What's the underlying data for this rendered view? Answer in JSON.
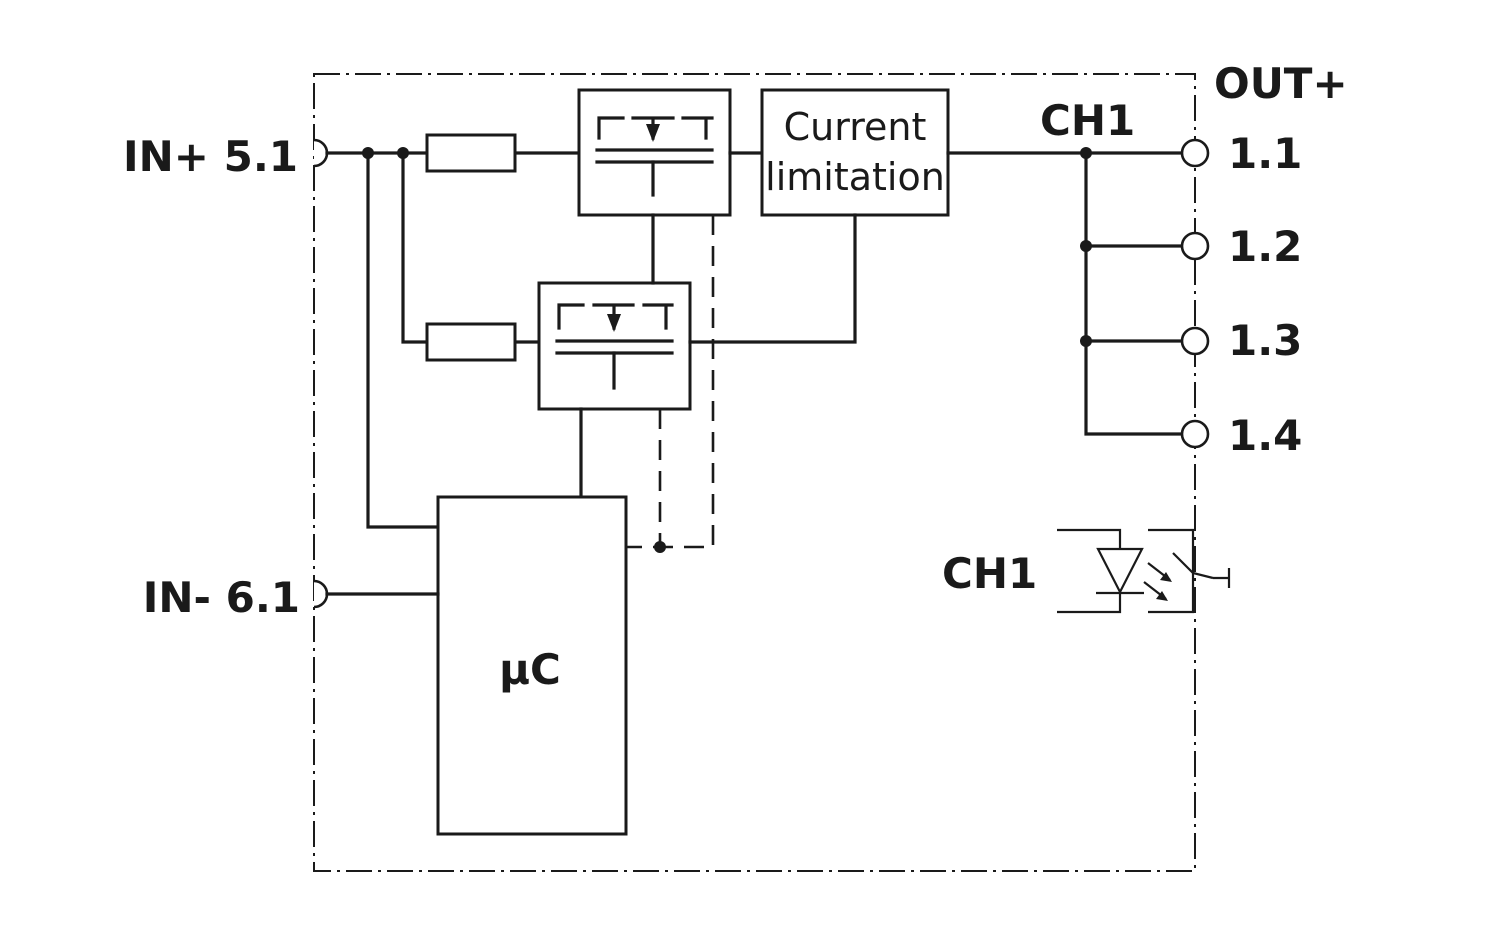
{
  "inputs": {
    "in_plus": "IN+ 5.1",
    "in_minus": "IN- 6.1"
  },
  "blocks": {
    "current_limitation_line1": "Current",
    "current_limitation_line2": "limitation",
    "microcontroller": "µC"
  },
  "outputs": {
    "group_label": "OUT+",
    "channel_label": "CH1",
    "terminals": [
      "1.1",
      "1.2",
      "1.3",
      "1.4"
    ]
  },
  "indicator": {
    "label": "CH1",
    "icon": "led-optocoupler-icon"
  }
}
